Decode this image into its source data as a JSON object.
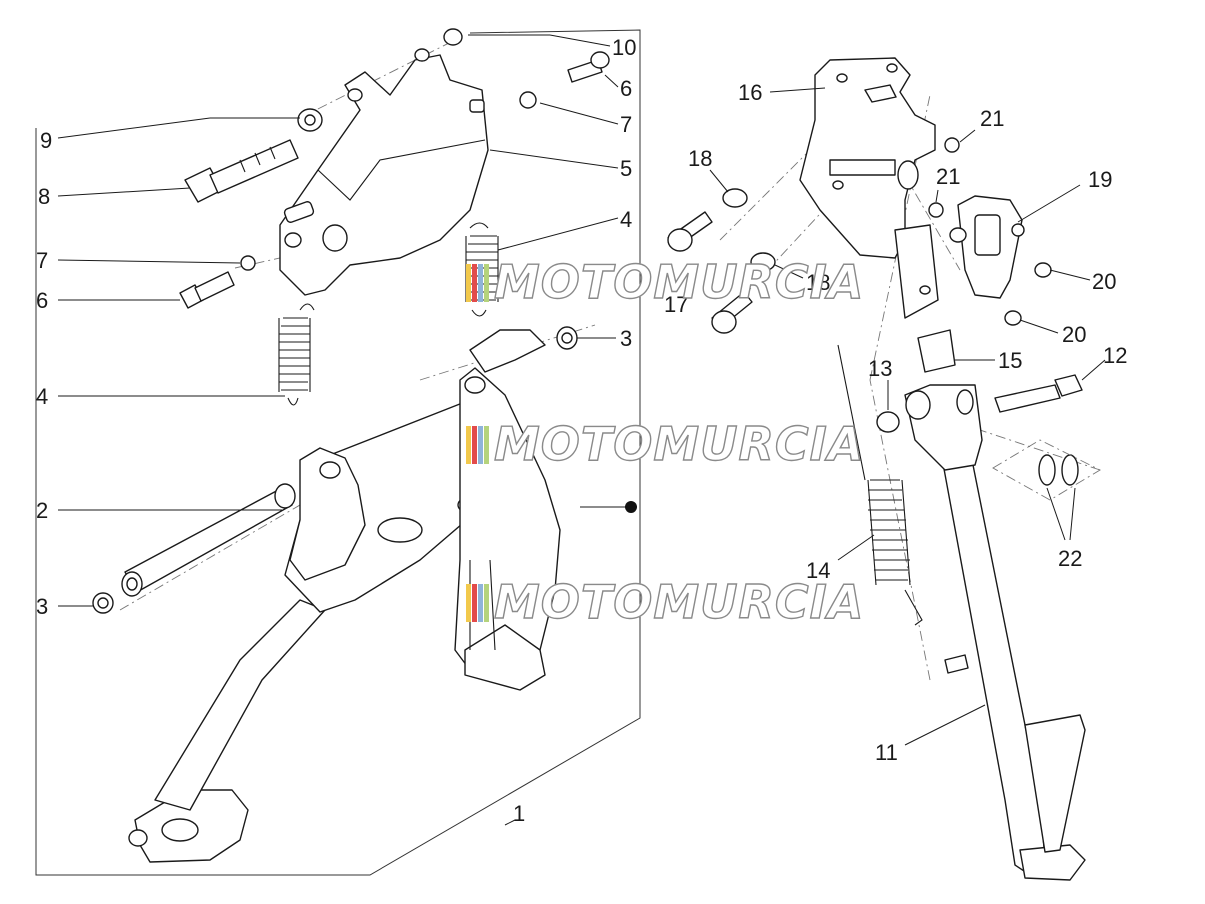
{
  "watermark": {
    "text": "MOTOMURCIA",
    "stripe_colors": [
      "#f2c94c",
      "#e24b4b",
      "#8fb3d9",
      "#b5d37c"
    ]
  },
  "callouts": {
    "c1": "1",
    "c2": "2",
    "c3a": "3",
    "c3b": "3",
    "c4a": "4",
    "c4b": "4",
    "c5": "5",
    "c6a": "6",
    "c6b": "6",
    "c7a": "7",
    "c7b": "7",
    "c8": "8",
    "c9": "9",
    "c10": "10",
    "c11": "11",
    "c12": "12",
    "c13": "13",
    "c14": "14",
    "c15": "15",
    "c16": "16",
    "c17": "17",
    "c18a": "18",
    "c18b": "18",
    "c19": "19",
    "c20a": "20",
    "c20b": "20",
    "c21a": "21",
    "c21b": "21",
    "c22": "22"
  }
}
